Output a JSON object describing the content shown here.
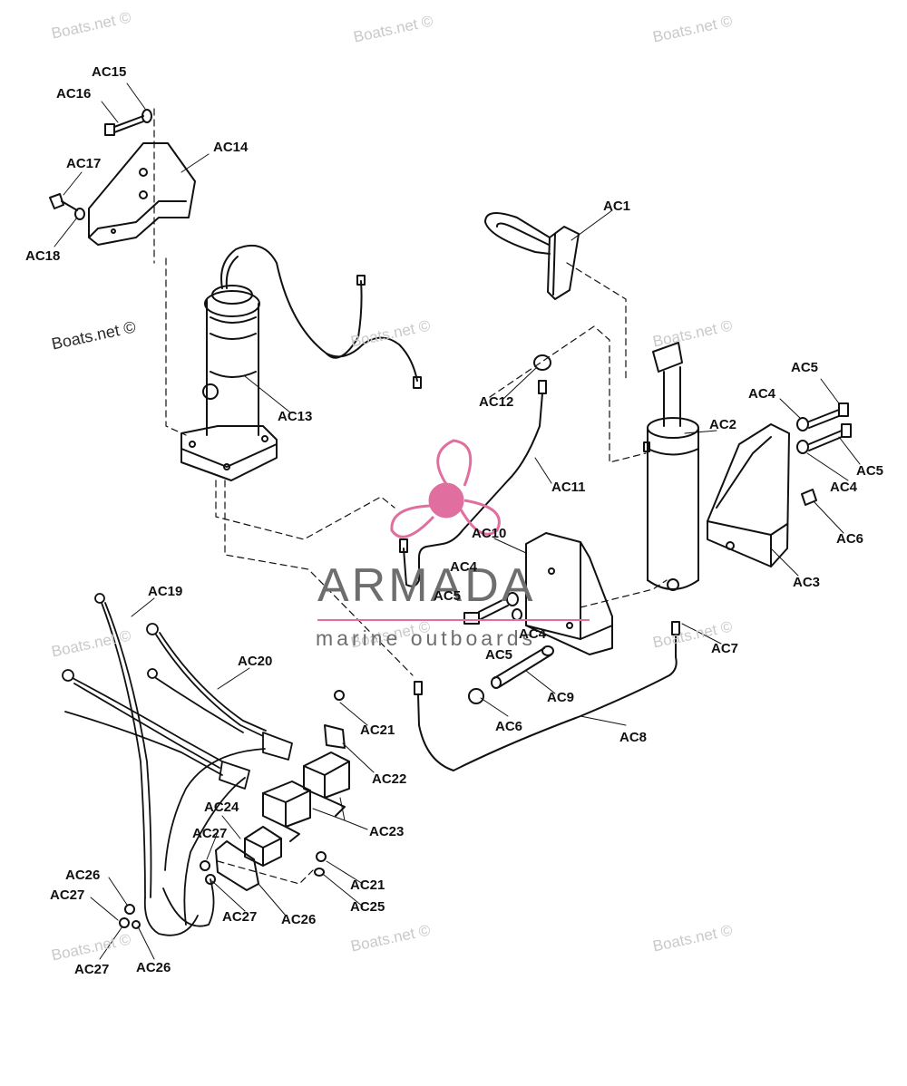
{
  "labels": {
    "ac1": "AC1",
    "ac2": "AC2",
    "ac3": "AC3",
    "ac4": "AC4",
    "ac5": "AC5",
    "ac6": "AC6",
    "ac7": "AC7",
    "ac8": "AC8",
    "ac9": "AC9",
    "ac10": "AC10",
    "ac11": "AC11",
    "ac12": "AC12",
    "ac13": "AC13",
    "ac14": "AC14",
    "ac15": "AC15",
    "ac16": "AC16",
    "ac17": "AC17",
    "ac18": "AC18",
    "ac19": "AC19",
    "ac20": "AC20",
    "ac21": "AC21",
    "ac22": "AC22",
    "ac23": "AC23",
    "ac24": "AC24",
    "ac25": "AC25",
    "ac26": "AC26",
    "ac27": "AC27"
  },
  "watermark": {
    "text": "Boats.net ©"
  },
  "brand": {
    "name": "ARMADA",
    "tagline": "marine outboards",
    "accent_color": "#e06fa0",
    "logo_icon": "propeller-logo-icon"
  },
  "footer": {
    "code": ""
  }
}
